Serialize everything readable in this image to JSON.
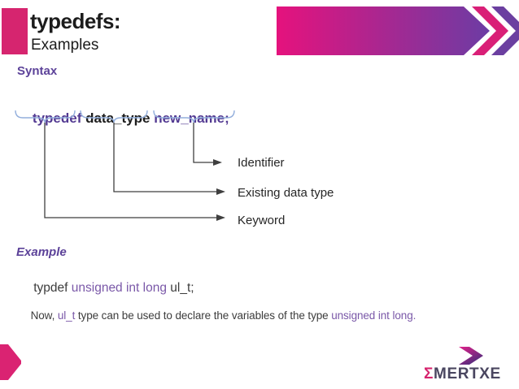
{
  "header": {
    "title": "typedefs:",
    "subtitle": "Examples"
  },
  "syntax": {
    "heading": "Syntax",
    "code": {
      "keyword": "typedef",
      "existing_type": " data_type",
      "identifier": " new_name;"
    },
    "labels": {
      "identifier": "Identifier",
      "existing_type": "Existing data type",
      "keyword": "Keyword"
    }
  },
  "example": {
    "heading": "Example",
    "code": {
      "t1": "typdef ",
      "t2": "unsigned int long",
      "t3": " ul_t;"
    },
    "note": {
      "t1": "Now, ",
      "t2": "ul_t",
      "t3": " type can be used to declare the variables of the type ",
      "t4": "unsigned int long."
    }
  },
  "logo": {
    "sigma": "Σ",
    "name": "MERTXE"
  },
  "colors": {
    "accent_pink": "#D6256F",
    "banner_pink": "#E5127D",
    "banner_purple": "#6C3CA4",
    "chevron_pink": "#D91F77",
    "chevron_purple": "#6B3FA0",
    "heading_purple": "#5C4299",
    "code_purple": "#533A92",
    "code_dark": "#1C1C1C",
    "example_purple": "#7A58A8",
    "text_dark": "#3C3C3C",
    "brace_blue": "#92AEDC",
    "line_gray": "#3F3F3F",
    "corner_pink": "#DA2372",
    "logo_grad_start": "#E0218A",
    "logo_grad_end": "#462C7C",
    "logo_pink": "#D6246E",
    "logo_navy": "#4A4660"
  }
}
